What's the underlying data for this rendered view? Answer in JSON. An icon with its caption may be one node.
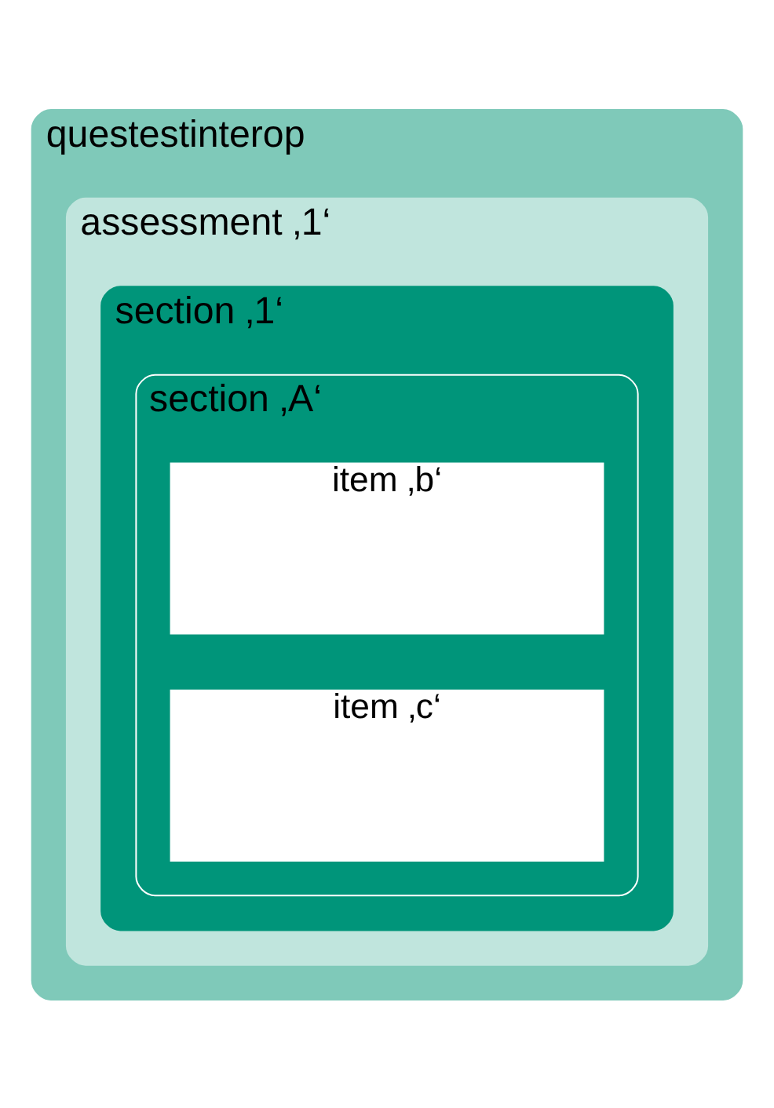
{
  "diagram": {
    "nodes": [
      {
        "text": [
          "questestinterop"
        ]
      },
      {
        "text": [
          "assessment ‚1‘"
        ],
        "in": 0
      },
      {
        "text": [
          "section ‚1‘"
        ],
        "in": 1
      },
      {
        "text": [
          "section ‚A‘"
        ],
        "in": 2
      },
      {
        "text": [
          "item ‚b‘"
        ],
        "in": 3
      },
      {
        "text": [
          "item ‚c‘"
        ],
        "in": 3
      }
    ],
    "edges": []
  }
}
